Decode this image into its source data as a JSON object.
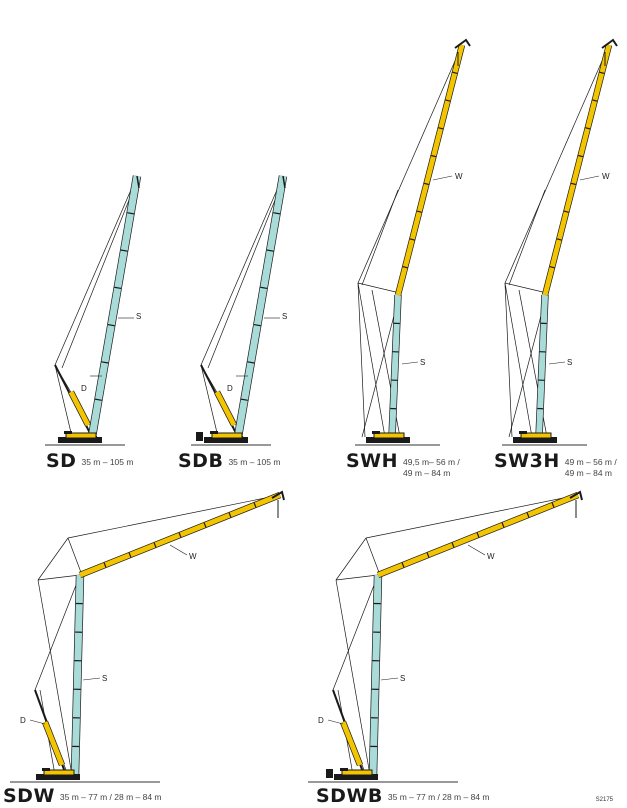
{
  "colors": {
    "main_boom": "#a9dcd8",
    "luffing_jib": "#f3c400",
    "outline": "#1a1a1a"
  },
  "configs": [
    {
      "name": "SD",
      "range": [
        "35 m – 105 m"
      ],
      "parts": {
        "S": "S",
        "D": "D"
      }
    },
    {
      "name": "SDB",
      "range": [
        "35 m – 105 m"
      ],
      "parts": {
        "S": "S",
        "D": "D"
      }
    },
    {
      "name": "SWH",
      "range": [
        "49,5 m– 56 m /",
        "49 m   – 84 m"
      ],
      "parts": {
        "S": "S",
        "W": "W"
      }
    },
    {
      "name": "SW3H",
      "range": [
        "49 m – 56 m /",
        "49 m – 84 m"
      ],
      "parts": {
        "S": "S",
        "W": "W"
      }
    },
    {
      "name": "SDW",
      "range": [
        "35 m – 77 m / 28 m – 84 m"
      ],
      "parts": {
        "S": "S",
        "D": "D",
        "W": "W"
      }
    },
    {
      "name": "SDWB",
      "range": [
        "35 m – 77 m / 28 m – 84 m"
      ],
      "parts": {
        "S": "S",
        "D": "D",
        "W": "W"
      }
    }
  ],
  "drawing_code": "S2175"
}
